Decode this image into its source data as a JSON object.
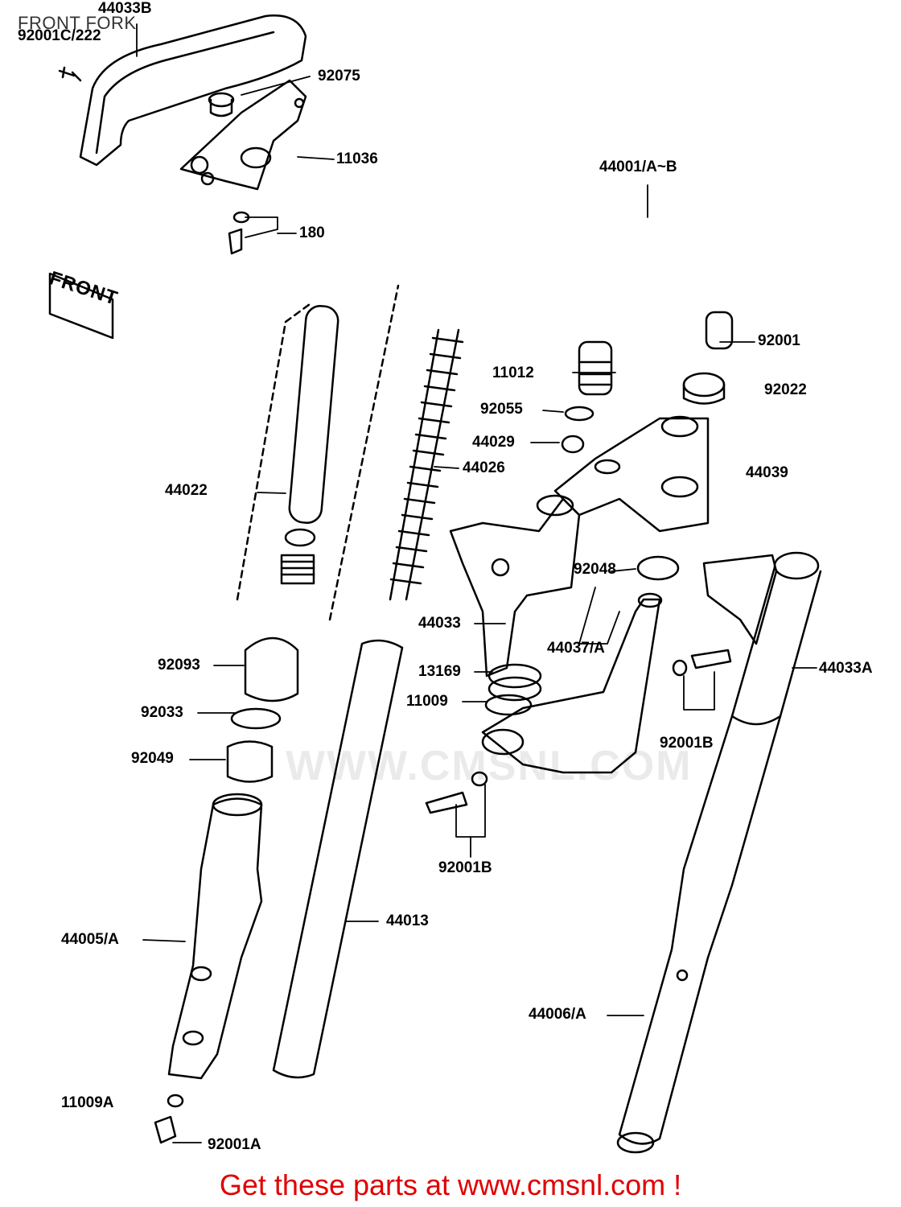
{
  "title": "FRONT FORK",
  "front_tag": "FRONT",
  "watermark": "WWW.CMSNL.COM",
  "footer": "Get these parts at www.cmsnl.com !",
  "labels": {
    "l44033b": "44033B",
    "l92001c": "92001C/222",
    "l92075": "92075",
    "l11036": "11036",
    "l180": "180",
    "l44001": "44001/A~B",
    "l92001": "92001",
    "l11012": "11012",
    "l92022": "92022",
    "l92055": "92055",
    "l44029": "44029",
    "l44026": "44026",
    "l44039": "44039",
    "l44022": "44022",
    "l92048": "92048",
    "l44033": "44033",
    "l44037a": "44037/A",
    "l44033a": "44033A",
    "l92093": "92093",
    "l13169": "13169",
    "l11009": "11009",
    "l92033": "92033",
    "l92001b_r": "92001B",
    "l92049": "92049",
    "l92001b_c": "92001B",
    "l44005a": "44005/A",
    "l44013": "44013",
    "l44006a": "44006/A",
    "l11009a": "11009A",
    "l92001a": "92001A"
  }
}
